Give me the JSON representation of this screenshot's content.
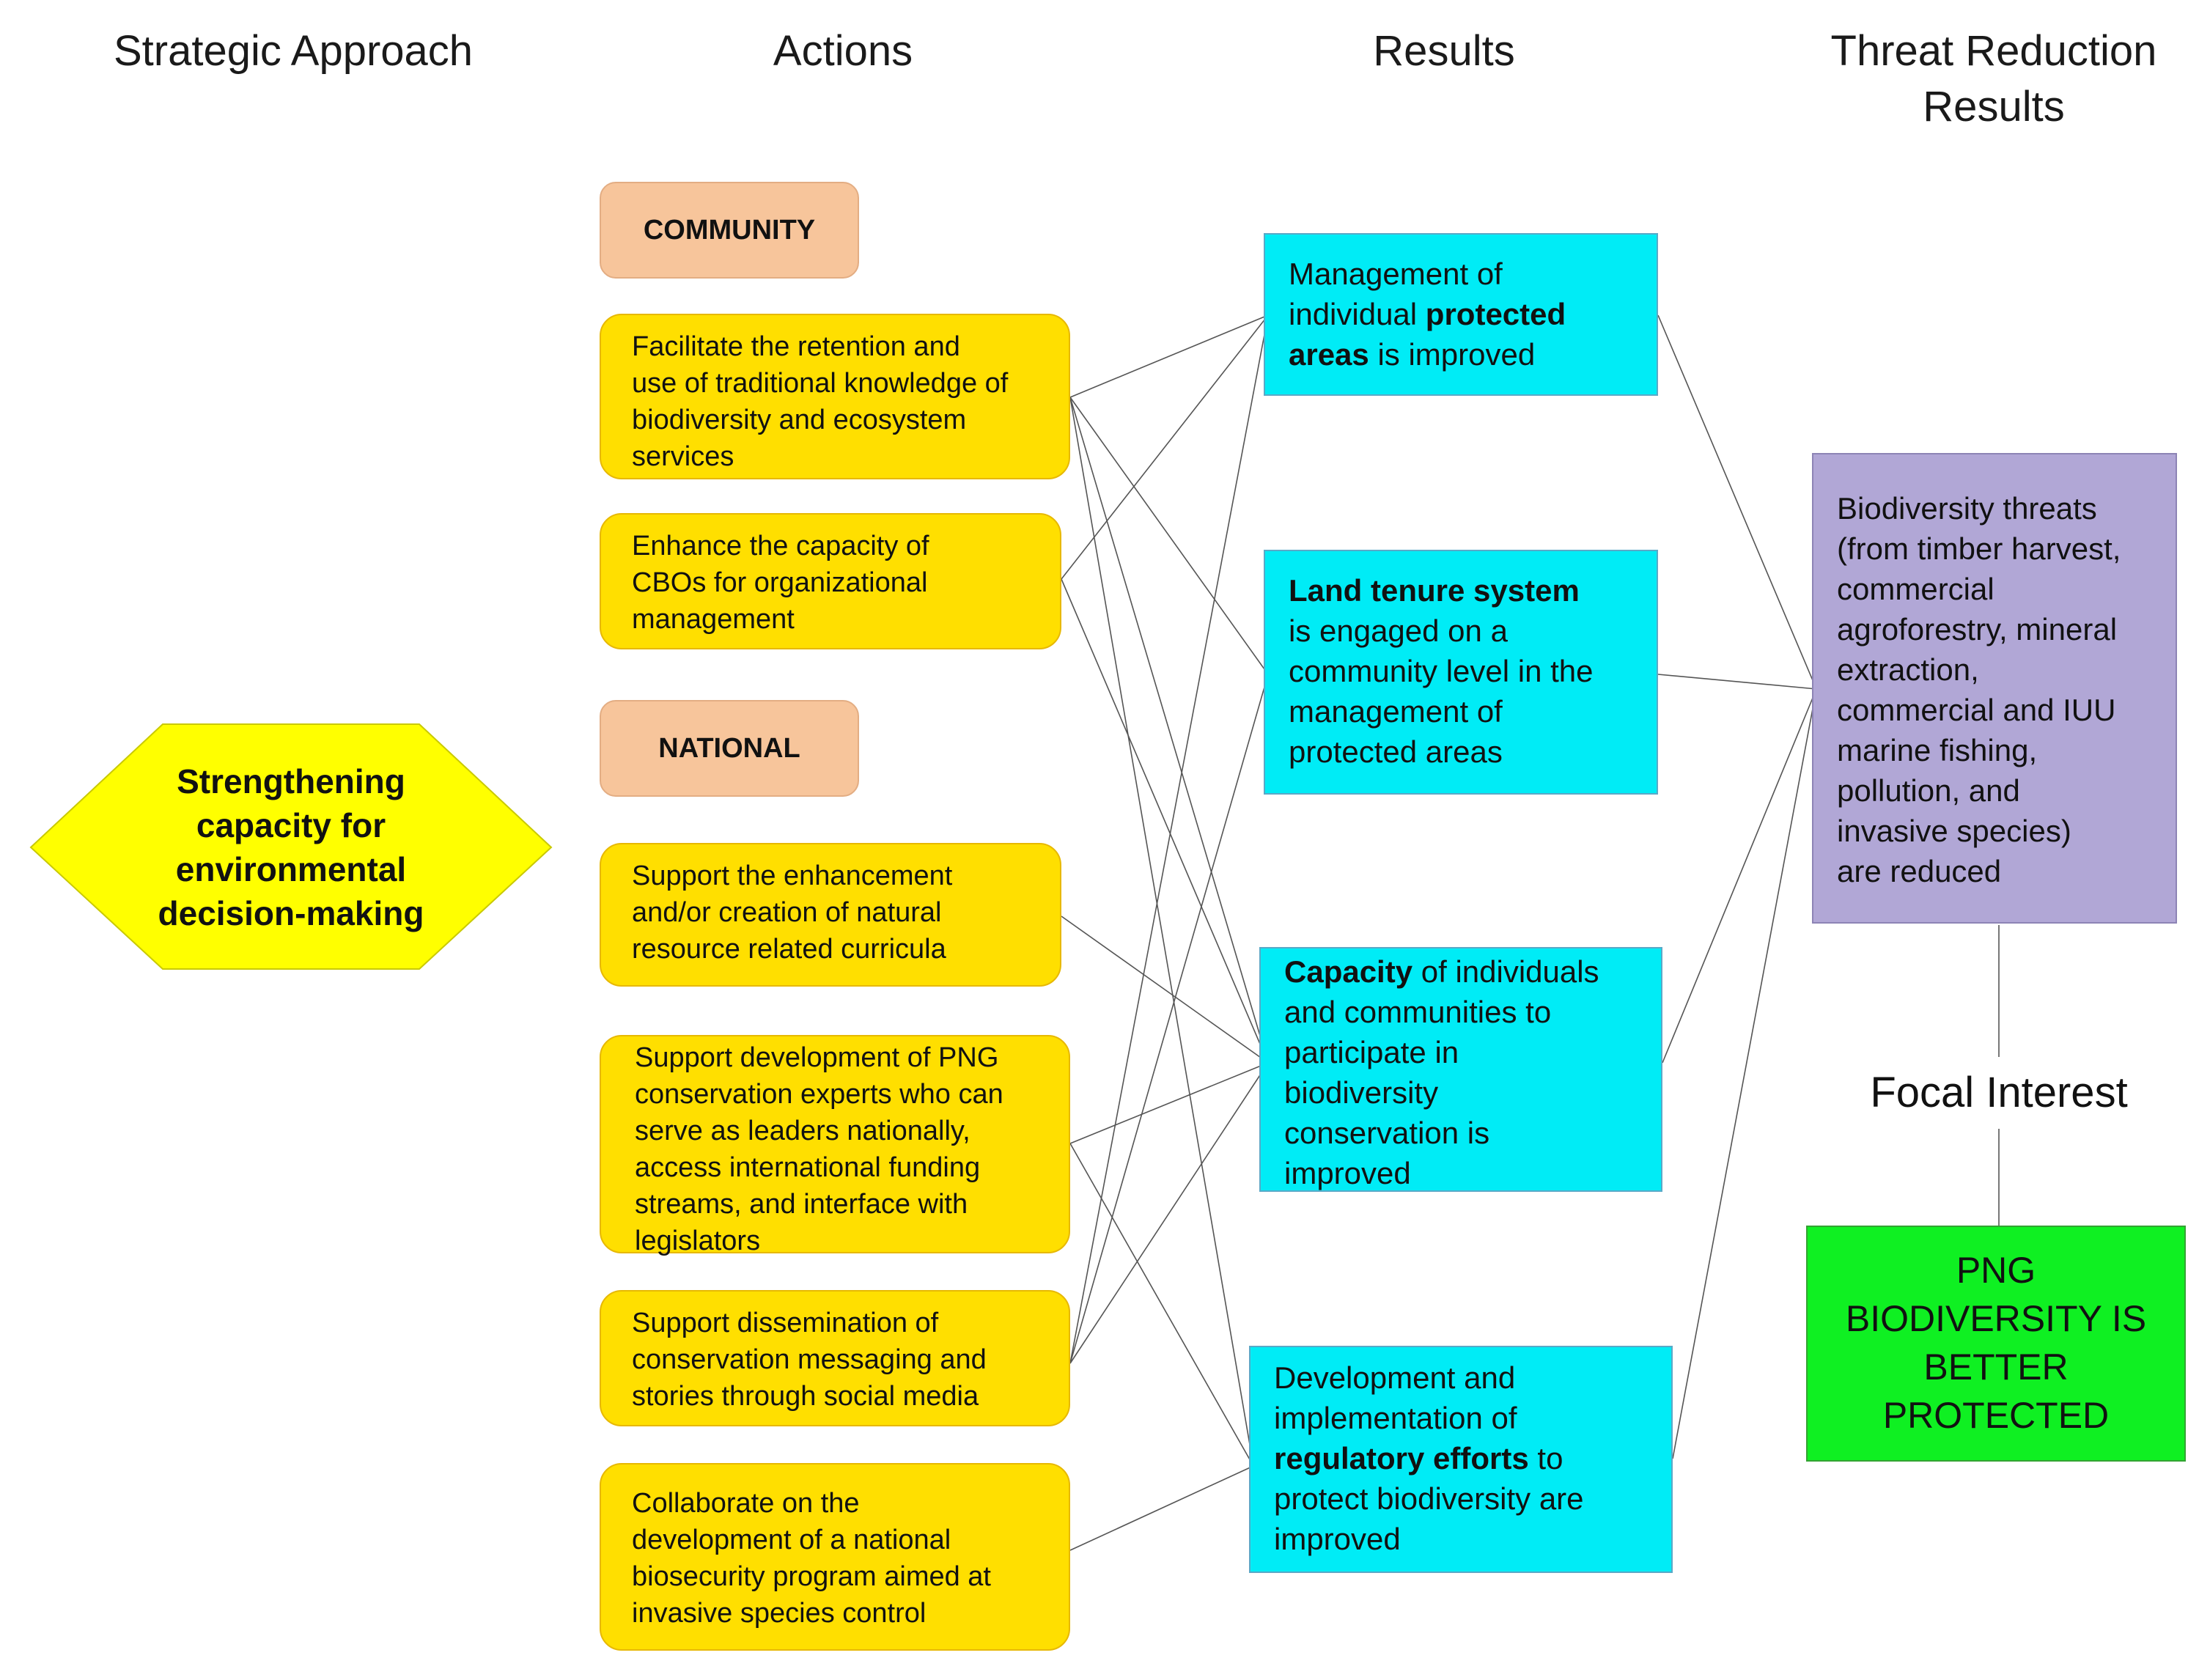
{
  "headers": {
    "strategic": "Strategic Approach",
    "actions": "Actions",
    "results": "Results",
    "threat_line1": "Threat Reduction",
    "threat_line2": "Results"
  },
  "strategy": {
    "line1": "Strengthening",
    "line2": "capacity for",
    "line3": "environmental",
    "line4": "decision-making",
    "color": "#ffff00"
  },
  "categories": {
    "community": "COMMUNITY",
    "national": "NATIONAL"
  },
  "actions": [
    [
      "Facilitate the retention and",
      "use of traditional knowledge of",
      "biodiversity and ecosystem",
      "services"
    ],
    [
      "Enhance the capacity of",
      "CBOs for organizational",
      "management"
    ],
    [
      "Support the enhancement",
      "and/or creation of natural",
      "resource related curricula"
    ],
    [
      "Support development of PNG",
      "conservation experts who can",
      "serve as leaders nationally,",
      "access international funding",
      "streams, and interface with",
      "legislators"
    ],
    [
      "Support dissemination of",
      "conservation messaging and",
      "stories through social media"
    ],
    [
      "Collaborate on the",
      "development of a national",
      "biosecurity program aimed at",
      "invasive species control"
    ]
  ],
  "results": {
    "r1": {
      "l1": "Management of",
      "l2a": "individual ",
      "l2b": "protected",
      "l3a": "areas",
      "l3b": " is improved"
    },
    "r2": {
      "l1": "Land tenure system",
      "l2": "is engaged on a",
      "l3": "community level in the",
      "l4": "management of",
      "l5": "protected areas"
    },
    "r3": {
      "l1a": "Capacity",
      "l1b": " of individuals",
      "l2": "and communities to",
      "l3": "participate in",
      "l4": "biodiversity",
      "l5": "conservation is",
      "l6": "improved"
    },
    "r4": {
      "l1": "Development and",
      "l2": "implementation of",
      "l3a": "regulatory efforts",
      "l3b": " to",
      "l4": "protect biodiversity are",
      "l5": "improved"
    }
  },
  "threat": [
    "Biodiversity threats",
    "(from timber harvest,",
    "commercial",
    "agroforestry, mineral",
    "extraction,",
    "commercial and IUU",
    "marine fishing,",
    "pollution, and",
    "invasive species)",
    "are reduced"
  ],
  "focal_interest": "Focal Interest",
  "goal": [
    "PNG",
    "BIODIVERSITY IS",
    "BETTER",
    "PROTECTED"
  ],
  "colors": {
    "action": "#ffdf00",
    "category": "#f7c59b",
    "result": "#00ecf6",
    "threat": "#b1a7d6",
    "goal": "#0ff022"
  }
}
